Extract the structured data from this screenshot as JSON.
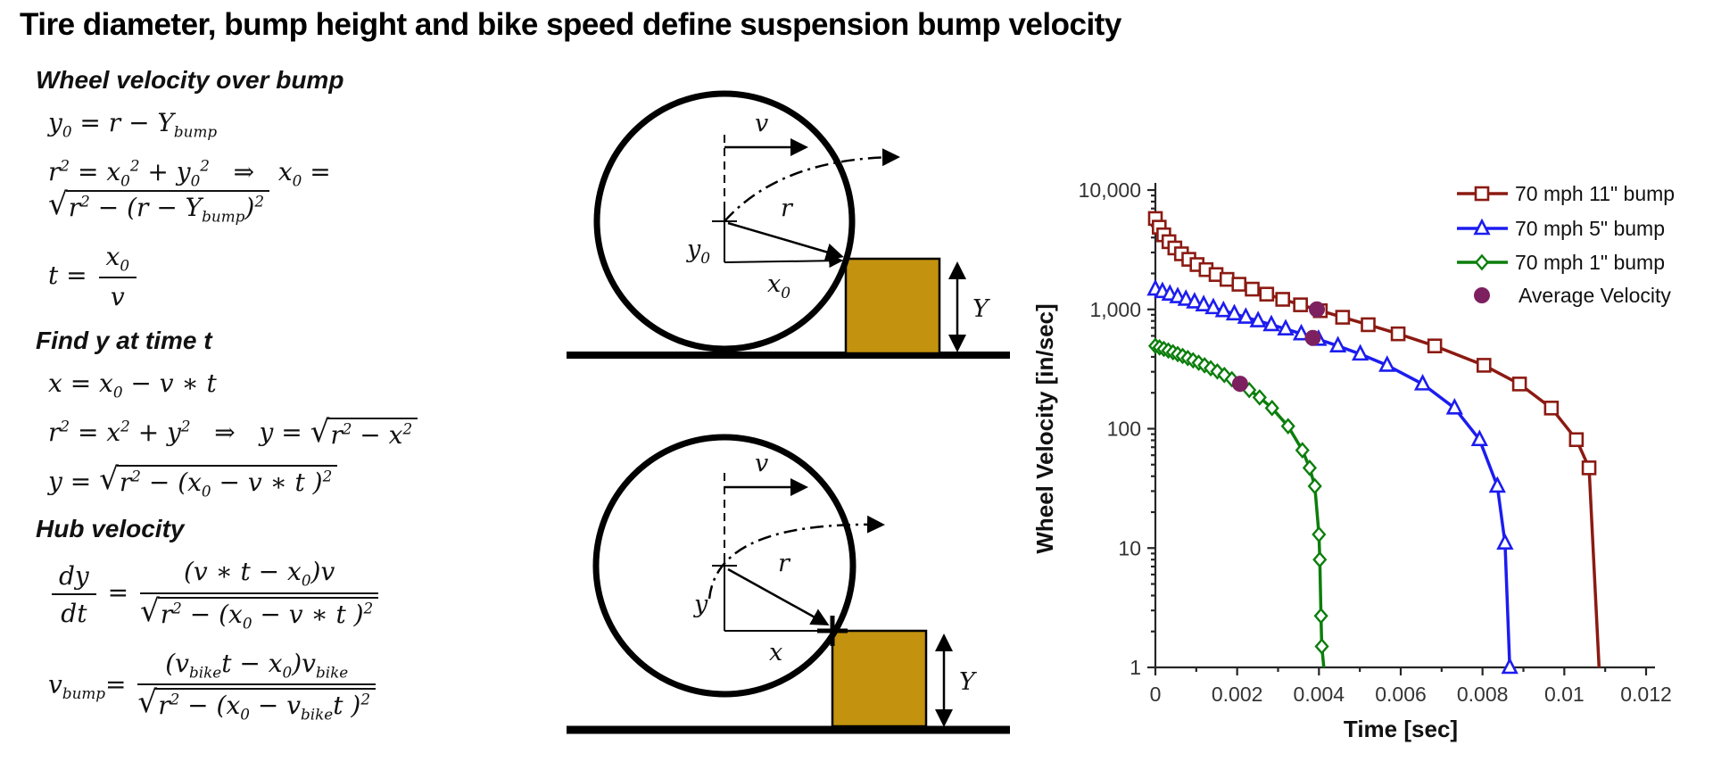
{
  "title": "Tire diameter, bump height and bike speed define suspension bump velocity",
  "sections": [
    {
      "heading": "Wheel velocity over bump",
      "equations": [
        "y<sub>0</sub> = r − Y<sub>bump</sub>",
        "r<sup>2</sup> = x<sub>0</sub><sup>2</sup> + y<sub>0</sub><sup>2</sup> &nbsp;&nbsp;⇒&nbsp;&nbsp; x<sub>0</sub> = <span class='sq'><span class='rad'>√</span><span class='bar'>r<sup>2</sup> − (r − Y<sub>bump</sub>)<sup>2</sup></span></span>",
        "t = <span class='frac'><span class='num'>x<sub>0</sub></span><span class='den'>v</span></span>"
      ]
    },
    {
      "heading": "Find y at time t",
      "equations": [
        "x = x<sub>0</sub> − v ∗ t",
        "r<sup>2</sup> = x<sup>2</sup> + y<sup>2</sup> &nbsp;&nbsp;⇒&nbsp;&nbsp; y = <span class='sq'><span class='rad'>√</span><span class='bar'>r<sup>2</sup> − x<sup>2</sup></span></span>",
        "y = <span class='sq'><span class='rad'>√</span><span class='bar'>r<sup>2</sup> − (x<sub>0</sub> − v ∗ t )<sup>2</sup></span></span>"
      ]
    },
    {
      "heading": "Hub velocity",
      "equations": [
        "<span class='frac'><span class='num'>dy</span><span class='den'>dt</span></span> = <span class='frac'><span class='num'>(v ∗ t − x<sub>0</sub>)v</span><span class='den'><span class='sq'><span class='rad'>√</span><span class='bar'>r<sup>2</sup> − (x<sub>0</sub> − v ∗ t )<sup>2</sup></span></span></span></span>",
        "v<sub>bump</sub>= <span class='frac'><span class='num'>(v<sub>bike</sub>t − x<sub>0</sub>)v<sub>bike</sub></span><span class='den'><span class='sq'><span class='rad'>√</span><span class='bar'>r<sup>2</sup> − (x<sub>0</sub> − v<sub>bike</sub>t )<sup>2</sup></span></span></span></span>"
      ]
    }
  ],
  "diagrams": {
    "bump_color": "#C3920E",
    "top": {
      "v": "v",
      "r": "r",
      "y_main": "y",
      "y_sub": "0",
      "x_main": "x",
      "x_sub": "0",
      "Y": "Y"
    },
    "bottom": {
      "v": "v",
      "r": "r",
      "y": "y",
      "x": "x",
      "Y": "Y"
    }
  },
  "chart_data": {
    "type": "line",
    "title": "",
    "xlabel": "Time [sec]",
    "ylabel": "Wheel Velocity [in/sec]",
    "x_scale": "linear",
    "y_scale": "log",
    "xlim": [
      0,
      0.012
    ],
    "ylim": [
      1,
      10000
    ],
    "grid": false,
    "legend_position": "inside top-right",
    "x_ticks": [
      0,
      0.002,
      0.004,
      0.006,
      0.008,
      0.01,
      0.012
    ],
    "x_tick_labels": [
      "0",
      "0.002",
      "0.004",
      "0.006",
      "0.008",
      "0.01",
      "0.012"
    ],
    "y_ticks": [
      1,
      10,
      100,
      1000,
      10000
    ],
    "y_tick_labels": [
      "1",
      "10",
      "100",
      "1,000",
      "10,000"
    ],
    "series": [
      {
        "name": "70 mph 11\" bump",
        "color": "#8B1A12",
        "marker": "square",
        "marker_on_last_point": false,
        "points": [
          [
            0,
            5775
          ],
          [
            9.4e-05,
            4884
          ],
          [
            0.000205,
            4214
          ],
          [
            0.000332,
            3692
          ],
          [
            0.000476,
            3270
          ],
          [
            0.000638,
            2922
          ],
          [
            0.000818,
            2628
          ],
          [
            0.001019,
            2375
          ],
          [
            0.00124,
            2154
          ],
          [
            0.001484,
            1959
          ],
          [
            0.001751,
            1784
          ],
          [
            0.002045,
            1624
          ],
          [
            0.002368,
            1478
          ],
          [
            0.002723,
            1342
          ],
          [
            0.003114,
            1214
          ],
          [
            0.003549,
            1092
          ],
          [
            0.004033,
            975
          ],
          [
            0.004579,
            859
          ],
          [
            0.005204,
            744
          ],
          [
            0.005936,
            624
          ],
          [
            0.006832,
            494
          ],
          [
            0.008035,
            340
          ],
          [
            0.008904,
            237
          ],
          [
            0.009684,
            149
          ],
          [
            0.010295,
            81
          ],
          [
            0.010605,
            47
          ],
          [
            0.01085,
            1
          ]
        ]
      },
      {
        "name": "70 mph 5\" bump",
        "color": "#1C1CF0",
        "marker": "triangle",
        "marker_on_last_point": true,
        "points": [
          [
            0,
            1478
          ],
          [
            0.000173,
            1409
          ],
          [
            0.000355,
            1342
          ],
          [
            0.000546,
            1277
          ],
          [
            0.000747,
            1214
          ],
          [
            0.000958,
            1153
          ],
          [
            0.001181,
            1092
          ],
          [
            0.001417,
            1033
          ],
          [
            0.001665,
            975
          ],
          [
            0.00193,
            917
          ],
          [
            0.002211,
            859
          ],
          [
            0.002512,
            802
          ],
          [
            0.002836,
            744
          ],
          [
            0.003186,
            685
          ],
          [
            0.003568,
            624
          ],
          [
            0.00399,
            561
          ],
          [
            0.004464,
            494
          ],
          [
            0.005011,
            422
          ],
          [
            0.005667,
            340
          ],
          [
            0.006536,
            237
          ],
          [
            0.007316,
            149
          ],
          [
            0.007927,
            81
          ],
          [
            0.008363,
            33
          ],
          [
            0.00855,
            11
          ],
          [
            0.008666,
            1
          ]
        ]
      },
      {
        "name": "70 mph 1\" bump",
        "color": "#0B7E0B",
        "marker": "diamond",
        "marker_on_last_point": false,
        "points": [
          [
            0,
            494
          ],
          [
            0.000102,
            480
          ],
          [
            0.000208,
            466
          ],
          [
            0.000317,
            452
          ],
          [
            0.00043,
            437
          ],
          [
            0.000546,
            422
          ],
          [
            0.000666,
            407
          ],
          [
            0.000792,
            391
          ],
          [
            0.000923,
            374
          ],
          [
            0.001059,
            357
          ],
          [
            0.001203,
            340
          ],
          [
            0.001354,
            321
          ],
          [
            0.001515,
            302
          ],
          [
            0.001686,
            282
          ],
          [
            0.001871,
            260
          ],
          [
            0.002071,
            237
          ],
          [
            0.002295,
            211
          ],
          [
            0.002549,
            183
          ],
          [
            0.002852,
            149
          ],
          [
            0.003245,
            105
          ],
          [
            0.003595,
            66
          ],
          [
            0.003773,
            47
          ],
          [
            0.003899,
            33
          ],
          [
            0.004,
            13
          ],
          [
            0.00402,
            8
          ],
          [
            0.00405,
            2.7
          ],
          [
            0.00407,
            1.5
          ],
          [
            0.00412,
            1
          ]
        ]
      },
      {
        "name": "Average Velocity",
        "color": "#7D2060",
        "marker": "circle-filled",
        "marker_on_last_point": true,
        "points": [
          [
            0.00395,
            1000
          ],
          [
            0.00385,
            577
          ],
          [
            0.002071,
            238
          ]
        ]
      }
    ]
  }
}
